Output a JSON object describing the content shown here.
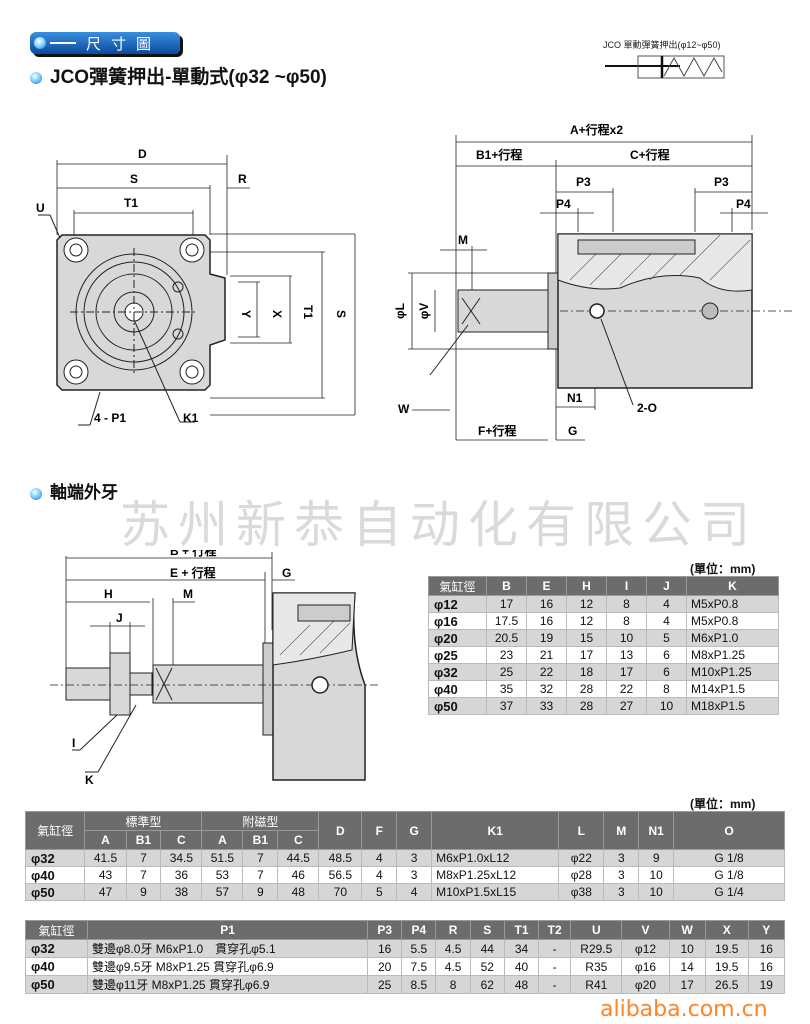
{
  "header": {
    "badge": "尺寸圖",
    "title": "JCO彈簧押出-單動式(φ32 ~φ50)",
    "symbol_caption": "JCO 單動彈簧押出(φ12~φ50)",
    "section2_title": "軸端外牙",
    "accent_color": "#0a4a9c"
  },
  "front_view": {
    "labels": {
      "D": "D",
      "S": "S",
      "R": "R",
      "U": "U",
      "T1": "T1",
      "Y": "Y",
      "X": "X",
      "T1v": "T1",
      "Sv": "S",
      "P1": "4 - P1",
      "K1": "K1"
    }
  },
  "side_view": {
    "labels": {
      "A": "A+行程x2",
      "B1": "B1+行程",
      "C": "C+行程",
      "P3a": "P3",
      "P3b": "P3",
      "P4a": "P4",
      "P4b": "P4",
      "M": "M",
      "L": "φL",
      "V": "φV",
      "W": "W",
      "N1": "N1",
      "O": "2-O",
      "F": "F+行程",
      "G": "G"
    }
  },
  "rod_view": {
    "labels": {
      "B": "B + 行程",
      "E": "E + 行程",
      "G": "G",
      "H": "H",
      "M": "M",
      "J": "J",
      "I": "I",
      "K": "K"
    }
  },
  "watermarks": {
    "company": "苏州新恭自动化有限公司",
    "site": "alibaba.com.cn"
  },
  "rod_table": {
    "unit": "(單位：mm)",
    "headers": [
      "氣缸徑",
      "B",
      "E",
      "H",
      "I",
      "J",
      "K"
    ],
    "rows": [
      [
        "φ12",
        "17",
        "16",
        "12",
        "8",
        "4",
        "M5xP0.8"
      ],
      [
        "φ16",
        "17.5",
        "16",
        "12",
        "8",
        "4",
        "M5xP0.8"
      ],
      [
        "φ20",
        "20.5",
        "19",
        "15",
        "10",
        "5",
        "M6xP1.0"
      ],
      [
        "φ25",
        "23",
        "21",
        "17",
        "13",
        "6",
        "M8xP1.25"
      ],
      [
        "φ32",
        "25",
        "22",
        "18",
        "17",
        "6",
        "M10xP1.25"
      ],
      [
        "φ40",
        "35",
        "32",
        "28",
        "22",
        "8",
        "M14xP1.5"
      ],
      [
        "φ50",
        "37",
        "33",
        "28",
        "27",
        "10",
        "M18xP1.5"
      ]
    ]
  },
  "dim_table1": {
    "unit": "(單位：mm)",
    "bore_header": "氣缸徑",
    "group_std": "標準型",
    "group_mag": "附磁型",
    "sub_headers": [
      "A",
      "B1",
      "C",
      "A",
      "B1",
      "C"
    ],
    "headers": [
      "D",
      "F",
      "G",
      "K1",
      "L",
      "M",
      "N1",
      "O"
    ],
    "rows": [
      [
        "φ32",
        "41.5",
        "7",
        "34.5",
        "51.5",
        "7",
        "44.5",
        "48.5",
        "4",
        "3",
        "M6xP1.0xL12",
        "φ22",
        "3",
        "9",
        "G 1/8"
      ],
      [
        "φ40",
        "43",
        "7",
        "36",
        "53",
        "7",
        "46",
        "56.5",
        "4",
        "3",
        "M8xP1.25xL12",
        "φ28",
        "3",
        "10",
        "G 1/8"
      ],
      [
        "φ50",
        "47",
        "9",
        "38",
        "57",
        "9",
        "48",
        "70",
        "5",
        "4",
        "M10xP1.5xL15",
        "φ38",
        "3",
        "10",
        "G 1/4"
      ]
    ]
  },
  "dim_table2": {
    "headers": [
      "氣缸徑",
      "P1",
      "P3",
      "P4",
      "R",
      "S",
      "T1",
      "T2",
      "U",
      "V",
      "W",
      "X",
      "Y"
    ],
    "rows": [
      [
        "φ32",
        "雙邊φ8.0牙 M6xP1.0　貫穿孔φ5.1",
        "16",
        "5.5",
        "4.5",
        "44",
        "34",
        "-",
        "R29.5",
        "φ12",
        "10",
        "19.5",
        "16"
      ],
      [
        "φ40",
        "雙邊φ9.5牙 M8xP1.25 貫穿孔φ6.9",
        "20",
        "7.5",
        "4.5",
        "52",
        "40",
        "-",
        "R35",
        "φ16",
        "14",
        "19.5",
        "16"
      ],
      [
        "φ50",
        "雙邊φ11牙 M8xP1.25 貫穿孔φ6.9",
        "25",
        "8.5",
        "8",
        "62",
        "48",
        "-",
        "R41",
        "φ20",
        "17",
        "26.5",
        "19"
      ]
    ]
  }
}
